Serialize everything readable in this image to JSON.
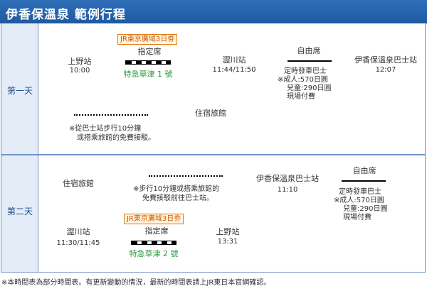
{
  "title": "伊香保溫泉 範例行程",
  "days": [
    {
      "label": "第一天",
      "stops": [
        {
          "name": "上野站",
          "time": "10:00"
        },
        {
          "name": "澀川站",
          "time": "11:44/11:50"
        },
        {
          "name": "伊香保溫泉巴士站",
          "time": "12:07"
        },
        {
          "name": "住宿旅館",
          "time": ""
        }
      ],
      "train": {
        "pass": "JR東京廣域3日劵",
        "seat": "指定席",
        "service": "特急草津 1 號"
      },
      "bus": {
        "seat": "自由席",
        "lines": [
          "定時發車巴士",
          "※成人:570日圓",
          "兒童:290日圓",
          "現場付費"
        ]
      },
      "transfer": {
        "lines": [
          "※從巴士站步行10分鐘",
          "或搭乘旅館的免費接駁。"
        ]
      }
    },
    {
      "label": "第二天",
      "stops": [
        {
          "name": "住宿旅館",
          "time": ""
        },
        {
          "name": "伊香保溫泉巴士站",
          "time": "11:10"
        },
        {
          "name": "澀川站",
          "time": "11:30/11:45"
        },
        {
          "name": "上野站",
          "time": "13:31"
        }
      ],
      "transfer": {
        "lines": [
          "※步行10分鐘或搭乘旅館的",
          "免費接駁前往巴士站。"
        ]
      },
      "bus": {
        "seat": "自由席",
        "lines": [
          "定時發車巴士",
          "※成人:570日圓",
          "兒童:290日圓",
          "現場付費"
        ]
      },
      "train": {
        "pass": "JR東京廣域3日劵",
        "seat": "指定席",
        "service": "特急草津 2 號"
      }
    }
  ],
  "footnote": "※本時間表為部分時間表。有更新變動的情況，最新的時間表請上JR東日本官網確認。"
}
